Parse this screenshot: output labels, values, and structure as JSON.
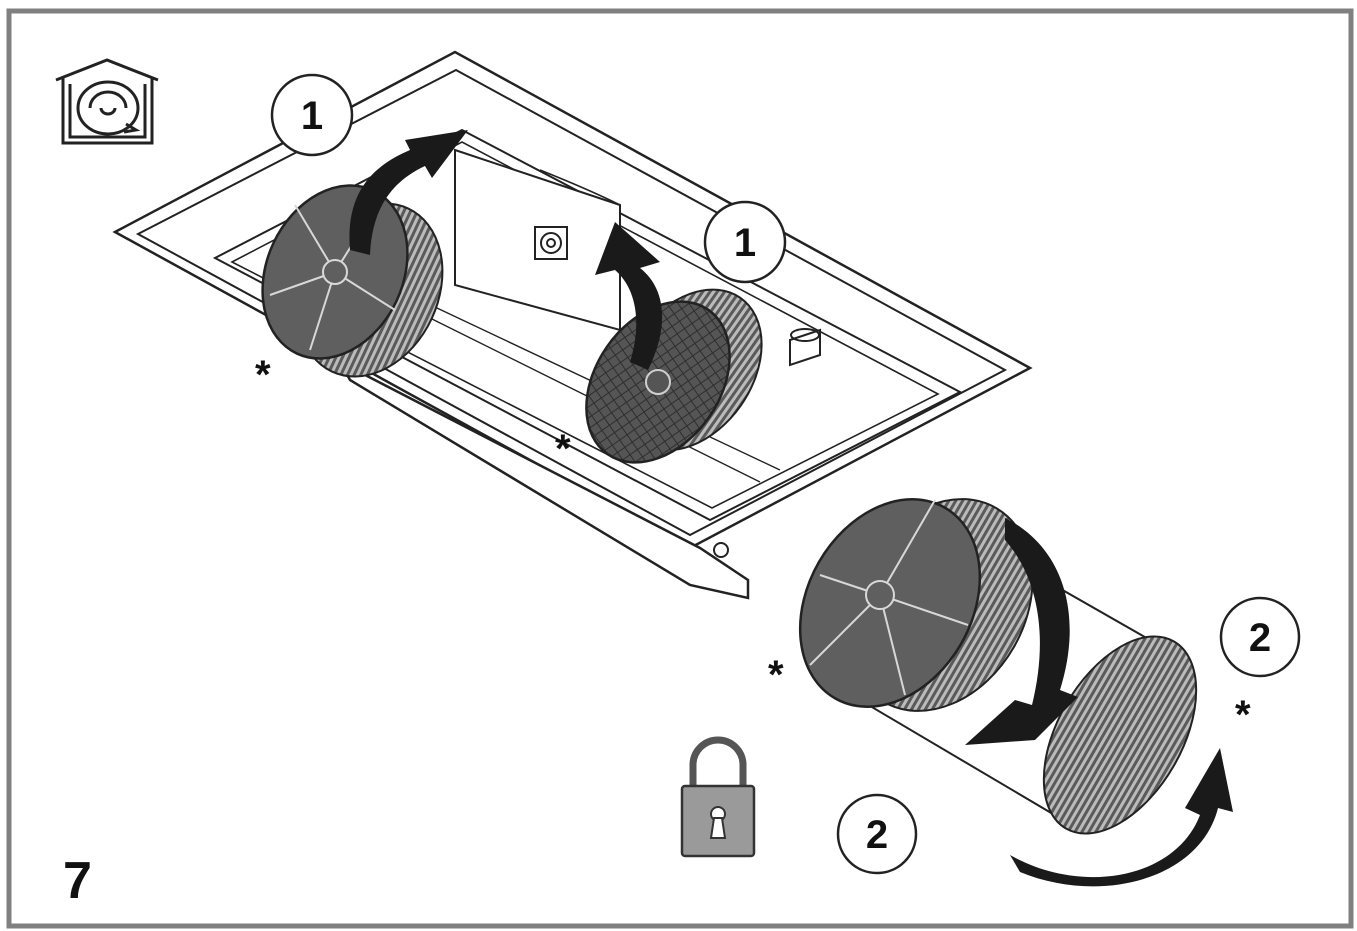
{
  "figure": {
    "number": "7",
    "border_color": "#808080",
    "filter_color": "#5f5f5f",
    "arrow_color": "#1a1a1a",
    "lock_color": "#9a9a9a"
  },
  "icons": {
    "recirculation": "recirculation-house-icon",
    "lock": "padlock-icon"
  },
  "labels": {
    "step1_left": "1",
    "step1_right": "1",
    "step2_right": "2",
    "step2_bottom": "2",
    "star_left": "*",
    "star_center": "*",
    "star_lower_left": "*",
    "star_lower_right": "*"
  }
}
